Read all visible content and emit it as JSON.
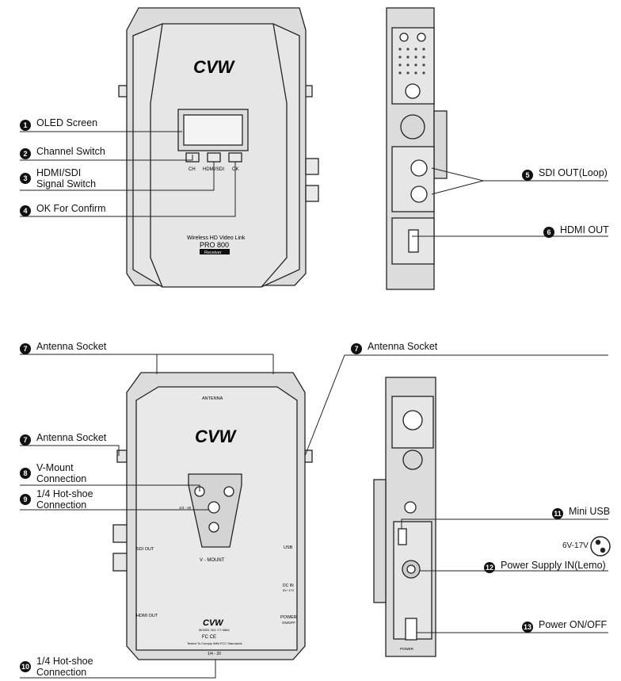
{
  "labels": {
    "c1": {
      "num": "1",
      "text": "OLED Screen"
    },
    "c2": {
      "num": "2",
      "text": "Channel Switch"
    },
    "c3": {
      "num": "3",
      "line1": "HDMI/SDI",
      "line2": "Signal Switch"
    },
    "c4": {
      "num": "4",
      "text": "OK For Confirm"
    },
    "c5": {
      "num": "5",
      "text": "SDI OUT(Loop)"
    },
    "c6": {
      "num": "6",
      "text": "HDMI OUT"
    },
    "c7a": {
      "num": "7",
      "text": "Antenna Socket"
    },
    "c7b": {
      "num": "7",
      "text": "Antenna Socket"
    },
    "c7c": {
      "num": "7",
      "text": "Antenna Socket"
    },
    "c8": {
      "num": "8",
      "line1": "V-Mount",
      "line2": "Connection"
    },
    "c9": {
      "num": "9",
      "line1": "1/4 Hot-shoe",
      "line2": "Connection"
    },
    "c10": {
      "num": "10",
      "line1": "1/4 Hot-shoe",
      "line2": "Connection"
    },
    "c11": {
      "num": "11",
      "text": "Mini USB"
    },
    "c12": {
      "num": "12",
      "text": "Power Supply IN(Lemo)"
    },
    "c13": {
      "num": "13",
      "text": "Power ON/OFF"
    },
    "voltage": "6V-17V"
  },
  "device": {
    "brand": "CVW",
    "model_line": "Wireless HD Video Link",
    "model": "PRO 800",
    "role": "Receiver",
    "btn_ch": "CH",
    "btn_hdmi_sdi": "HDMI/SDI",
    "btn_ok": "OK",
    "antenna": "ANTENNA",
    "vmount": "V - MOUNT",
    "sdi_out": "SDI OUT",
    "hdmi_out": "HDMI OUT",
    "usb": "USB",
    "dc_in": "DC IN",
    "dc_range": "6V~17V",
    "power": "POWER",
    "power_sub": "ON/OFF",
    "screw_top": "1/4 - 20",
    "screw_bottom": "1/4 - 20",
    "model_no": "MODEL NO: CT-0864",
    "certs": "FC CE",
    "fcc_note": "Tested To Comply With FCC Standards",
    "side_power": "POWER"
  }
}
